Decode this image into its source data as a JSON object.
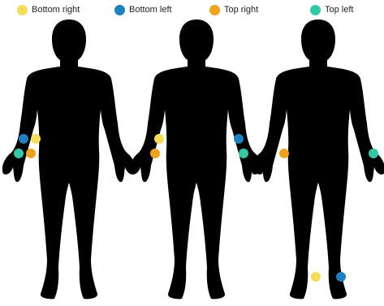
{
  "legend": {
    "items": [
      {
        "label": "Bottom right",
        "color": "#f6dd59"
      },
      {
        "label": "Bottom left",
        "color": "#1f7fbf"
      },
      {
        "label": "Top right",
        "color": "#f0a21a"
      },
      {
        "label": "Top left",
        "color": "#33c9a7"
      }
    ]
  },
  "figures": [
    {
      "name": "figure-1",
      "markers": [
        "Bottom left",
        "Bottom right",
        "Top left",
        "Top right"
      ]
    },
    {
      "name": "figure-2",
      "markers": [
        "Bottom right",
        "Top right",
        "Bottom left",
        "Top left"
      ]
    },
    {
      "name": "figure-3",
      "markers": [
        "Top right",
        "Top left",
        "Bottom right",
        "Bottom left"
      ]
    }
  ],
  "colors": {
    "silhouette": "#000000",
    "background": "#ffffff"
  }
}
